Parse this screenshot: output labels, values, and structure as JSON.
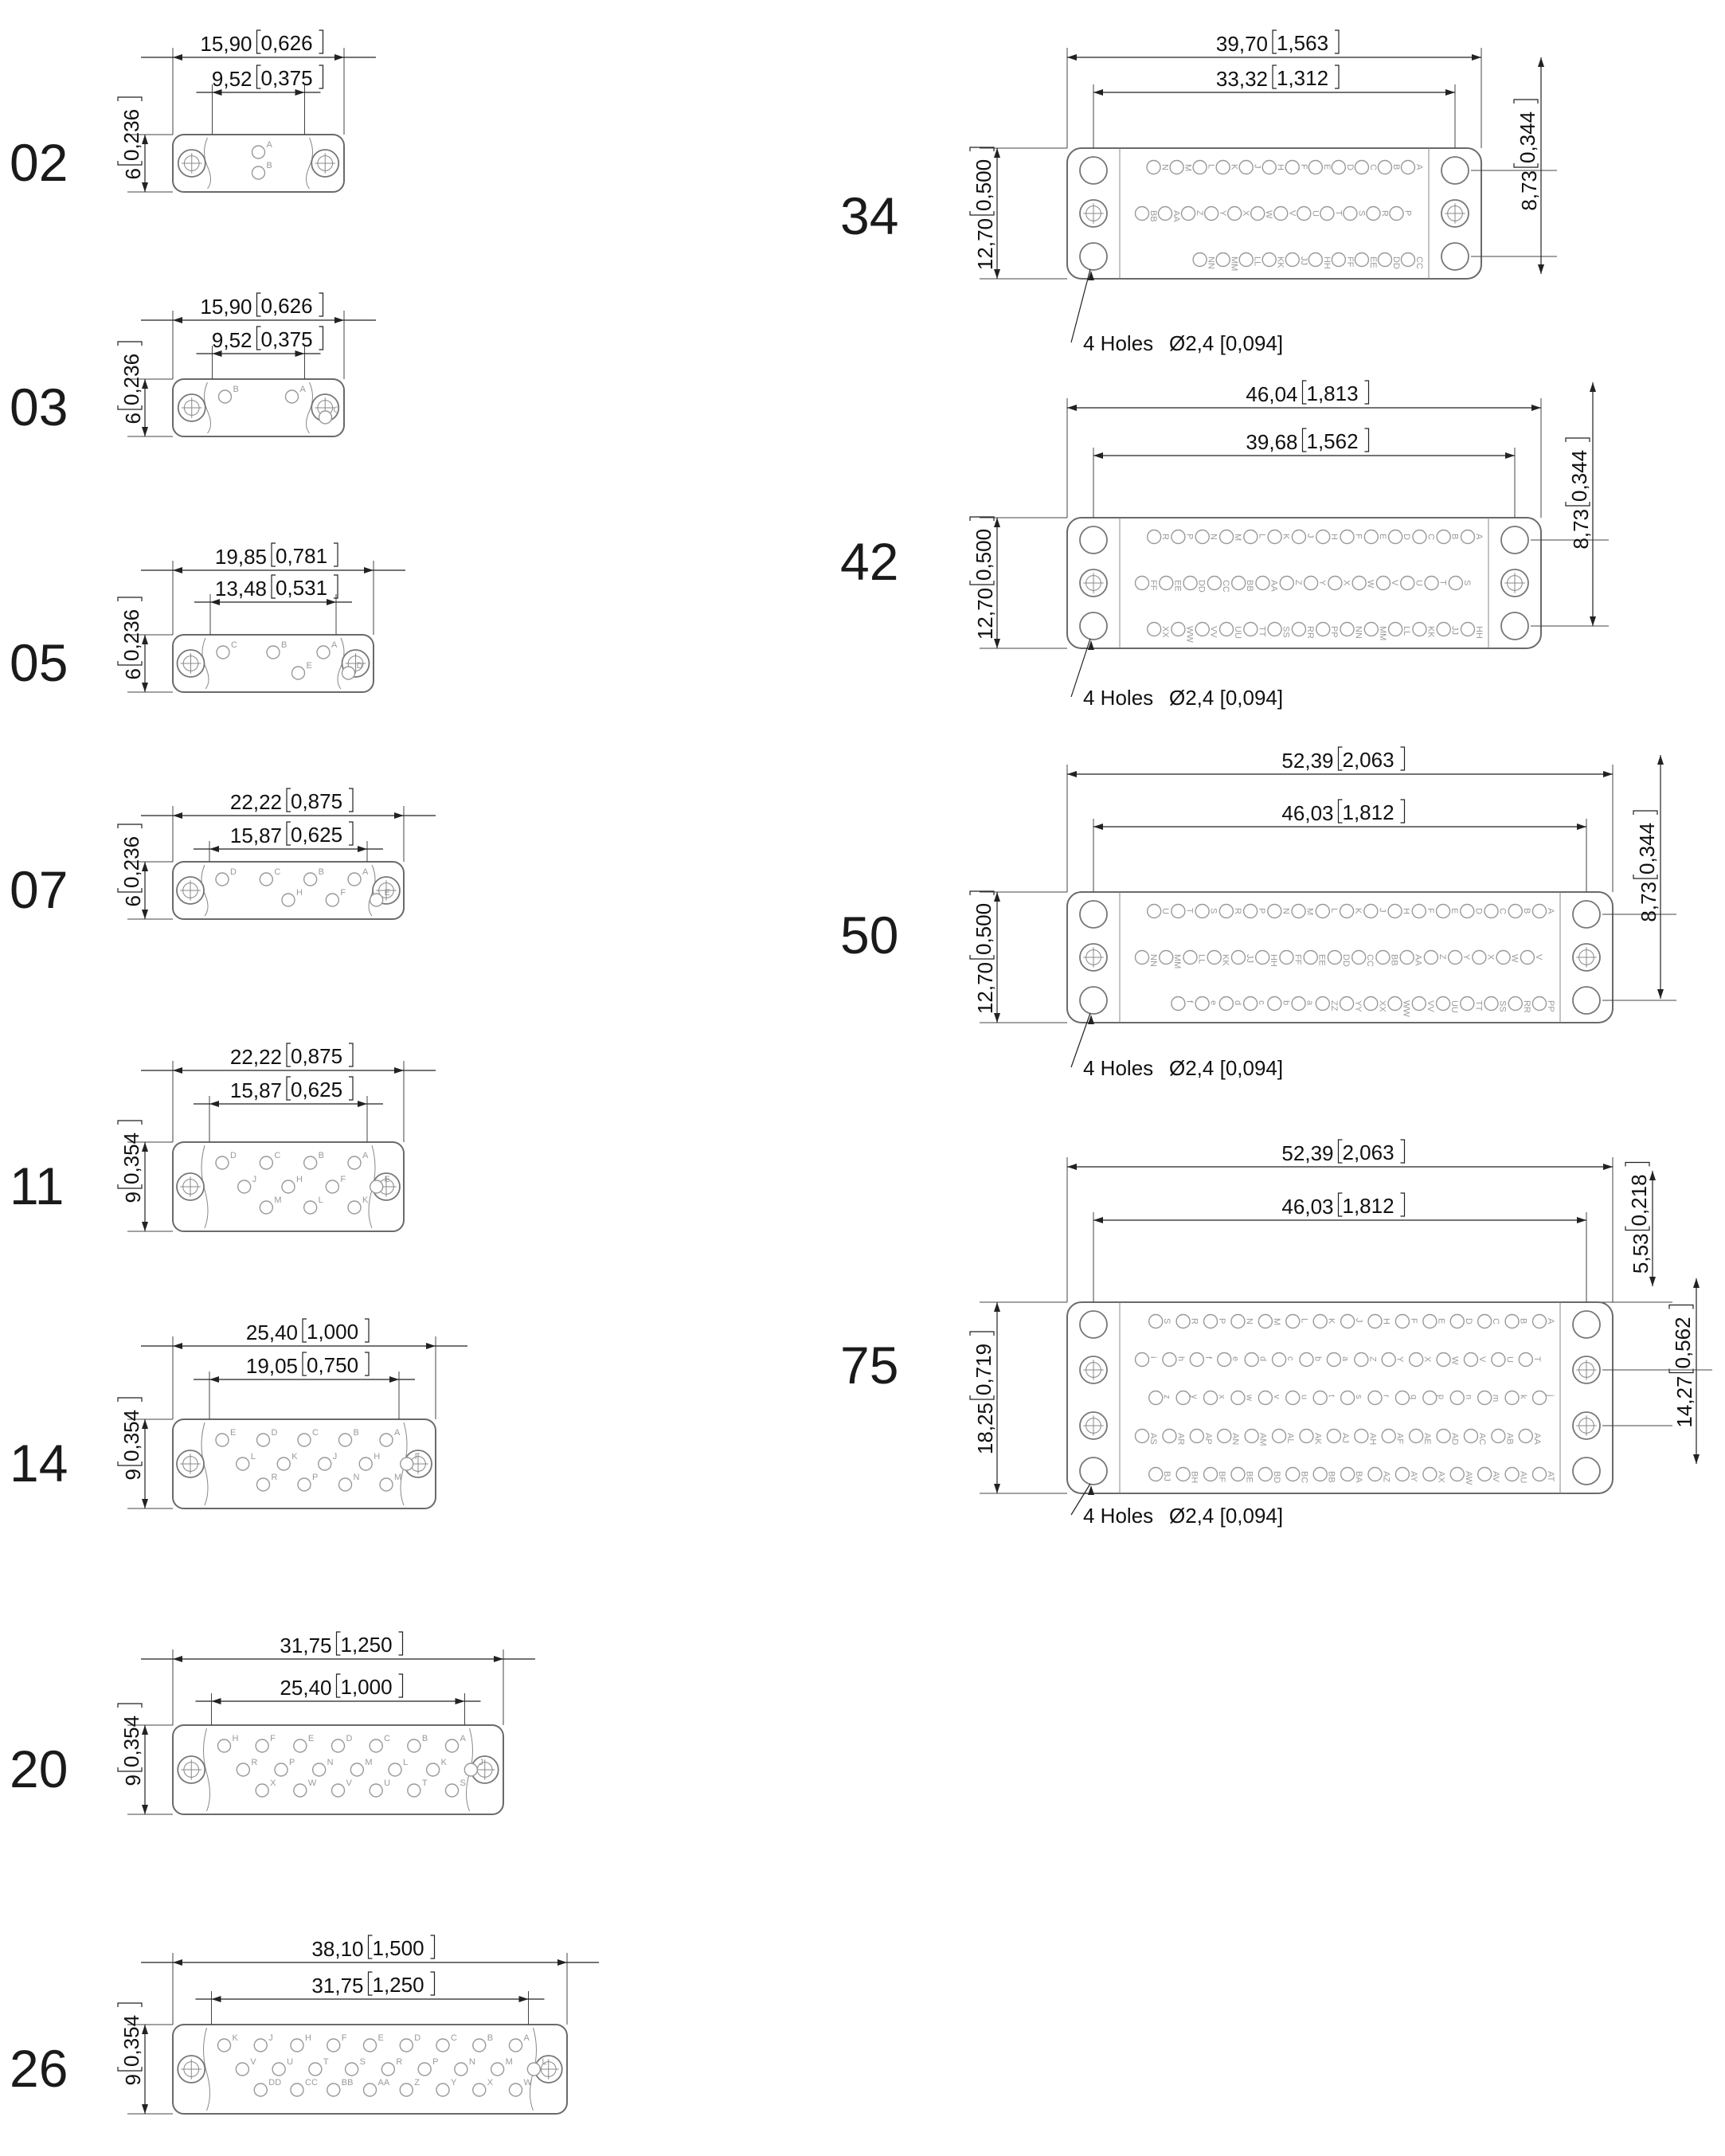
{
  "shells": [
    {
      "code": "02",
      "a": "15,90",
      "a_in": "0,626",
      "b": "9,52",
      "b_in": "0,375",
      "h": "6",
      "h_in": "0,236",
      "pins": [
        "A",
        "B"
      ]
    },
    {
      "code": "03",
      "a": "15,90",
      "a_in": "0,626",
      "b": "9,52",
      "b_in": "0,375",
      "h": "6",
      "h_in": "0,236",
      "pins": [
        "A",
        "B",
        "C"
      ]
    },
    {
      "code": "05",
      "a": "19,85",
      "a_in": "0,781",
      "b": "13,48",
      "b_in": "0,531",
      "h": "6",
      "h_in": "0,236",
      "pins": [
        "A",
        "B",
        "C",
        "D",
        "E"
      ]
    },
    {
      "code": "07",
      "a": "22,22",
      "a_in": "0,875",
      "b": "15,87",
      "b_in": "0,625",
      "h": "6",
      "h_in": "0,236",
      "pins": [
        "A",
        "B",
        "C",
        "D",
        "E",
        "F",
        "H"
      ]
    },
    {
      "code": "11",
      "a": "22,22",
      "a_in": "0,875",
      "b": "15,87",
      "b_in": "0,625",
      "h": "9",
      "h_in": "0,354",
      "pins": [
        "A",
        "B",
        "C",
        "D",
        "E",
        "F",
        "H",
        "J",
        "K",
        "L",
        "M"
      ]
    },
    {
      "code": "14",
      "a": "25,40",
      "a_in": "1,000",
      "b": "19,05",
      "b_in": "0,750",
      "h": "9",
      "h_in": "0,354",
      "pins": [
        "A",
        "B",
        "C",
        "D",
        "E",
        "F",
        "H",
        "J",
        "K",
        "L",
        "M",
        "N",
        "P",
        "R"
      ]
    },
    {
      "code": "20",
      "a": "31,75",
      "a_in": "1,250",
      "b": "25,40",
      "b_in": "1,000",
      "h": "9",
      "h_in": "0,354",
      "pins": [
        "A",
        "B",
        "C",
        "D",
        "E",
        "F",
        "H",
        "J",
        "K",
        "L",
        "M",
        "N",
        "P",
        "R",
        "S",
        "T",
        "U",
        "V",
        "W",
        "X"
      ]
    },
    {
      "code": "26",
      "a": "38,10",
      "a_in": "1,500",
      "b": "31,75",
      "b_in": "1,250",
      "h": "9",
      "h_in": "0,354",
      "pins": [
        "A",
        "B",
        "C",
        "D",
        "E",
        "F",
        "H",
        "J",
        "K",
        "L",
        "M",
        "N",
        "P",
        "R",
        "S",
        "T",
        "U",
        "V",
        "W",
        "X",
        "Y",
        "Z",
        "AA",
        "BB",
        "CC",
        "DD"
      ]
    }
  ],
  "shells_large": [
    {
      "code": "34",
      "a": "39,70",
      "a_in": "1,563",
      "b": "33,32",
      "b_in": "1,312",
      "h": "12,70",
      "h_in": "0,500",
      "v": "8,73",
      "v_in": "0,344",
      "note": "4 Holes",
      "hole_dia": "Ø2,4 [0,094]",
      "pins": [
        "A",
        "B",
        "C",
        "D",
        "E",
        "F",
        "H",
        "J",
        "K",
        "L",
        "M",
        "N",
        "P",
        "R",
        "S",
        "T",
        "U",
        "V",
        "W",
        "X",
        "Y",
        "Z",
        "AA",
        "BB",
        "CC",
        "DD",
        "EE",
        "FF",
        "HH",
        "JJ",
        "KK",
        "LL",
        "MM",
        "NN"
      ]
    },
    {
      "code": "42",
      "a": "46,04",
      "a_in": "1,813",
      "b": "39,68",
      "b_in": "1,562",
      "h": "12,70",
      "h_in": "0,500",
      "v": "8,73",
      "v_in": "0,344",
      "note": "4 Holes",
      "hole_dia": "Ø2,4 [0,094]",
      "pins": [
        "A",
        "B",
        "C",
        "D",
        "E",
        "F",
        "H",
        "J",
        "K",
        "L",
        "M",
        "N",
        "P",
        "R",
        "S",
        "T",
        "U",
        "V",
        "W",
        "X",
        "Y",
        "Z",
        "AA",
        "BB",
        "CC",
        "DD",
        "EE",
        "FF",
        "HH",
        "JJ",
        "KK",
        "LL",
        "MM",
        "NN",
        "PP",
        "RR",
        "SS",
        "TT",
        "UU",
        "VV",
        "WW",
        "XX"
      ]
    },
    {
      "code": "50",
      "a": "52,39",
      "a_in": "2,063",
      "b": "46,03",
      "b_in": "1,812",
      "h": "12,70",
      "h_in": "0,500",
      "v": "8,73",
      "v_in": "0,344",
      "note": "4 Holes",
      "hole_dia": "Ø2,4 [0,094]",
      "pins": [
        "A",
        "B",
        "C",
        "D",
        "E",
        "F",
        "H",
        "J",
        "K",
        "L",
        "M",
        "N",
        "P",
        "R",
        "S",
        "T",
        "U",
        "V",
        "W",
        "X",
        "Y",
        "Z",
        "AA",
        "BB",
        "CC",
        "DD",
        "EE",
        "FF",
        "HH",
        "JJ",
        "KK",
        "LL",
        "MM",
        "NN",
        "PP",
        "RR",
        "SS",
        "TT",
        "UU",
        "VV",
        "WW",
        "XX",
        "YY",
        "ZZ",
        "a",
        "b",
        "c",
        "d",
        "e",
        "f"
      ]
    },
    {
      "code": "75",
      "a": "52,39",
      "a_in": "2,063",
      "b": "46,03",
      "b_in": "1,812",
      "h": "18,25",
      "h_in": "0,719",
      "v": "5,53",
      "v_in": "0,218",
      "v2": "14,27",
      "v2_in": "0,562",
      "note": "4 Holes",
      "hole_dia": "Ø2,4 [0,094]",
      "pins": [
        "A",
        "B",
        "C",
        "D",
        "E",
        "F",
        "H",
        "J",
        "K",
        "L",
        "M",
        "N",
        "P",
        "R",
        "S",
        "T",
        "U",
        "V",
        "W",
        "X",
        "Y",
        "Z",
        "a",
        "b",
        "c",
        "d",
        "e",
        "f",
        "h",
        "i",
        "j",
        "k",
        "m",
        "n",
        "p",
        "q",
        "r",
        "s",
        "t",
        "u",
        "v",
        "w",
        "x",
        "y",
        "z",
        "AA",
        "AB",
        "AC",
        "AD",
        "AE",
        "AF",
        "AH",
        "AJ",
        "AK",
        "AL",
        "AM",
        "AN",
        "AP",
        "AR",
        "AS",
        "AT",
        "AU",
        "AV",
        "AW",
        "AX",
        "AY",
        "AZ",
        "BA",
        "BB",
        "BC",
        "BD",
        "BE",
        "BF",
        "BH",
        "BJ"
      ]
    }
  ]
}
